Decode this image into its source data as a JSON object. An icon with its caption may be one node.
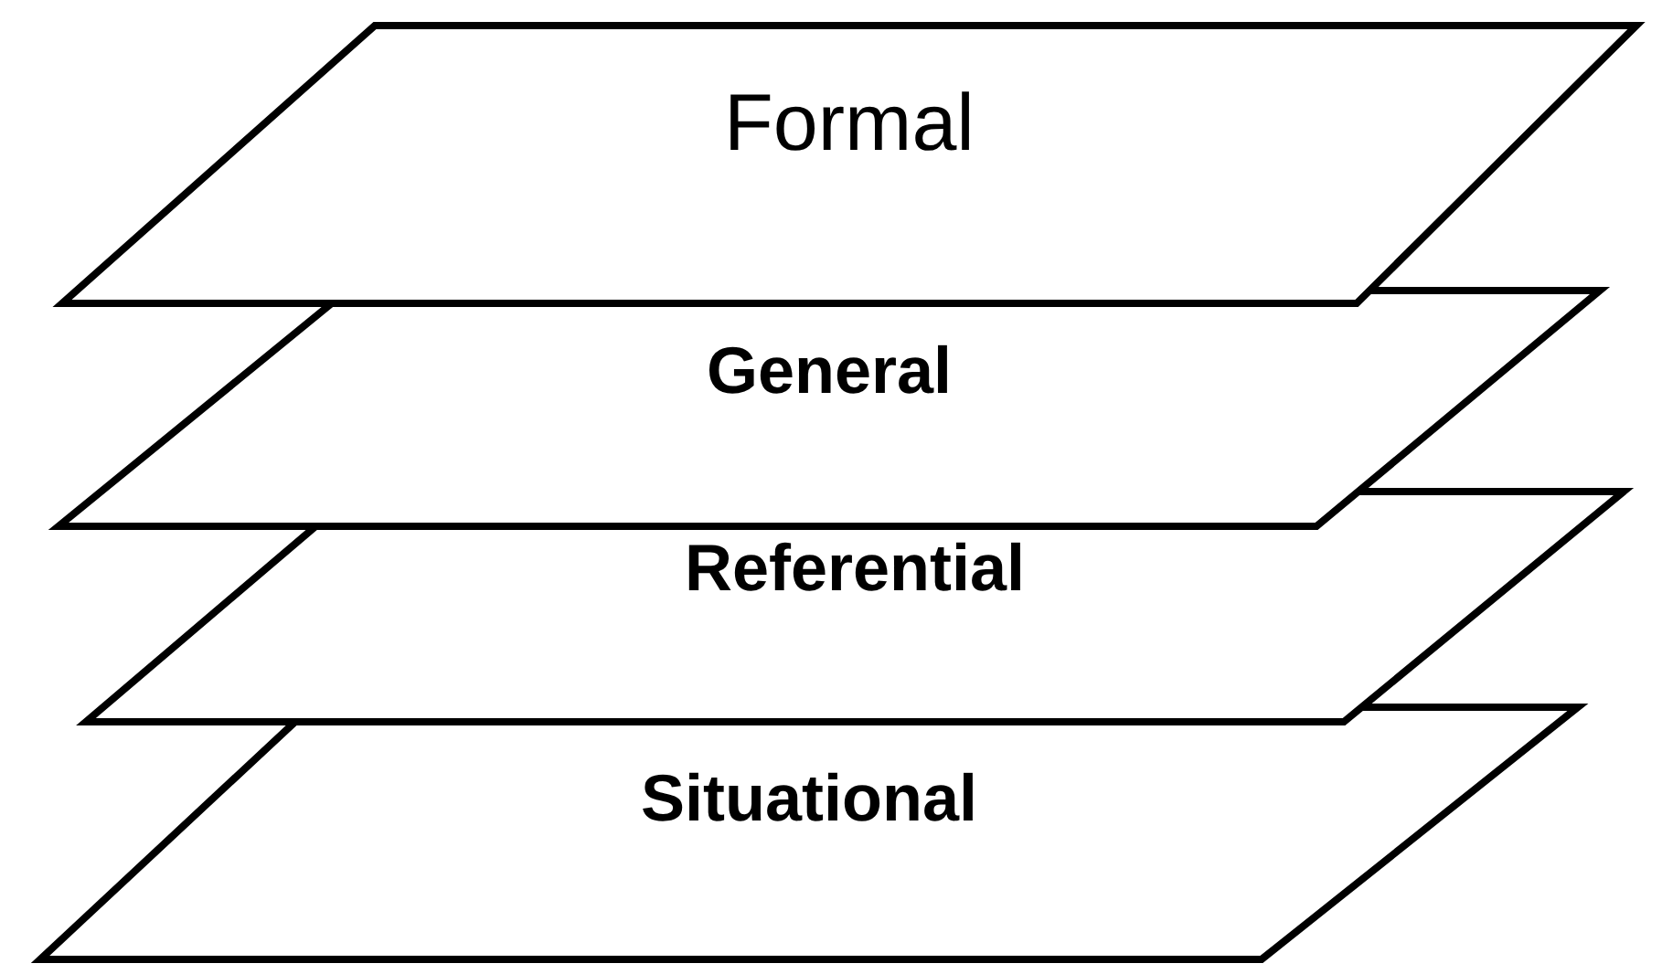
{
  "diagram": {
    "nodes": [
      {
        "text": [
          "Formal"
        ]
      },
      {
        "text": [
          "General"
        ]
      },
      {
        "text": [
          "Referential"
        ]
      },
      {
        "text": [
          "Situational"
        ]
      }
    ]
  }
}
